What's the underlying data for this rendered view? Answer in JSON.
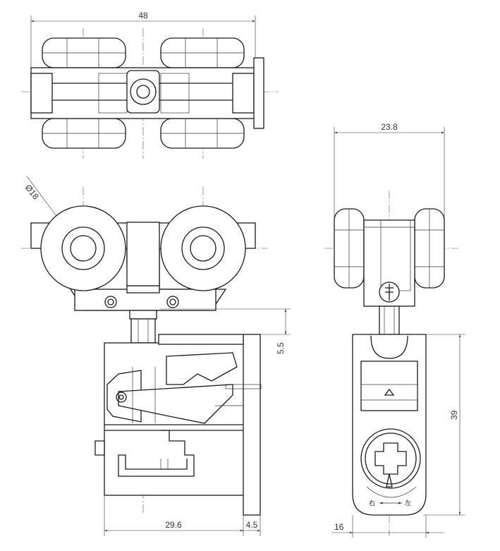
{
  "drawing": {
    "dimensions": {
      "top_width": "48",
      "side_width": "23.8",
      "diameter": "Ø18",
      "gap": "5.5",
      "height": "39",
      "base_length": "29.6",
      "plate": "4.5",
      "side_depth": "16"
    },
    "labels": {
      "right": "右",
      "left": "左"
    }
  }
}
